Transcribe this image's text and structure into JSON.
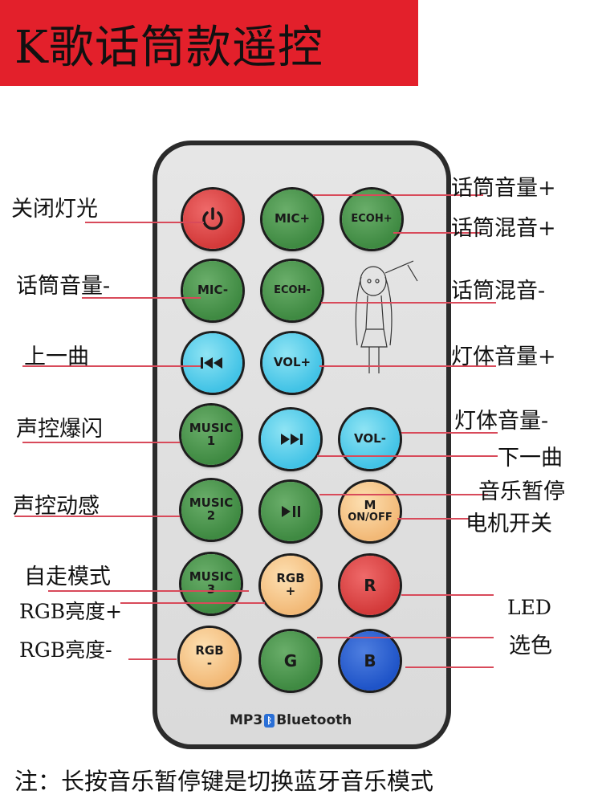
{
  "title": "K歌话筒款遥控",
  "brand": {
    "left": "MP3",
    "right": "Bluetooth"
  },
  "buttons": {
    "mic_plus": "MIC+",
    "ecoh_plus": "ECOH+",
    "mic_minus": "MIC-",
    "ecoh_minus": "ECOH-",
    "vol_plus": "VOL+",
    "music1_a": "MUSIC",
    "music1_b": "1",
    "vol_minus": "VOL-",
    "music2_a": "MUSIC",
    "music2_b": "2",
    "motor_a": "M",
    "motor_b": "ON/OFF",
    "music3_a": "MUSIC",
    "music3_b": "3",
    "rgb_plus_a": "RGB",
    "rgb_plus_b": "+",
    "r": "R",
    "rgb_minus_a": "RGB",
    "rgb_minus_b": "-",
    "g": "G",
    "b": "B"
  },
  "labels": {
    "light_off": "关闭灯光",
    "mic_vol_up": "话筒音量+",
    "mic_echo_up": "话筒混音+",
    "mic_vol_down": "话筒音量-",
    "mic_echo_down": "话筒混音-",
    "prev": "上一曲",
    "light_vol_up": "灯体音量+",
    "sound_flash": "声控爆闪",
    "light_vol_down": "灯体音量-",
    "next": "下一曲",
    "sound_dynamic": "声控动感",
    "play_pause": "音乐暂停",
    "motor": "电机开关",
    "auto_mode": "自走模式",
    "rgb_up": "RGB亮度+",
    "led": "LED",
    "rgb_down": "RGB亮度-",
    "color_select": "选色"
  },
  "note": "注：长按音乐暂停键是切换蓝牙音乐模式"
}
